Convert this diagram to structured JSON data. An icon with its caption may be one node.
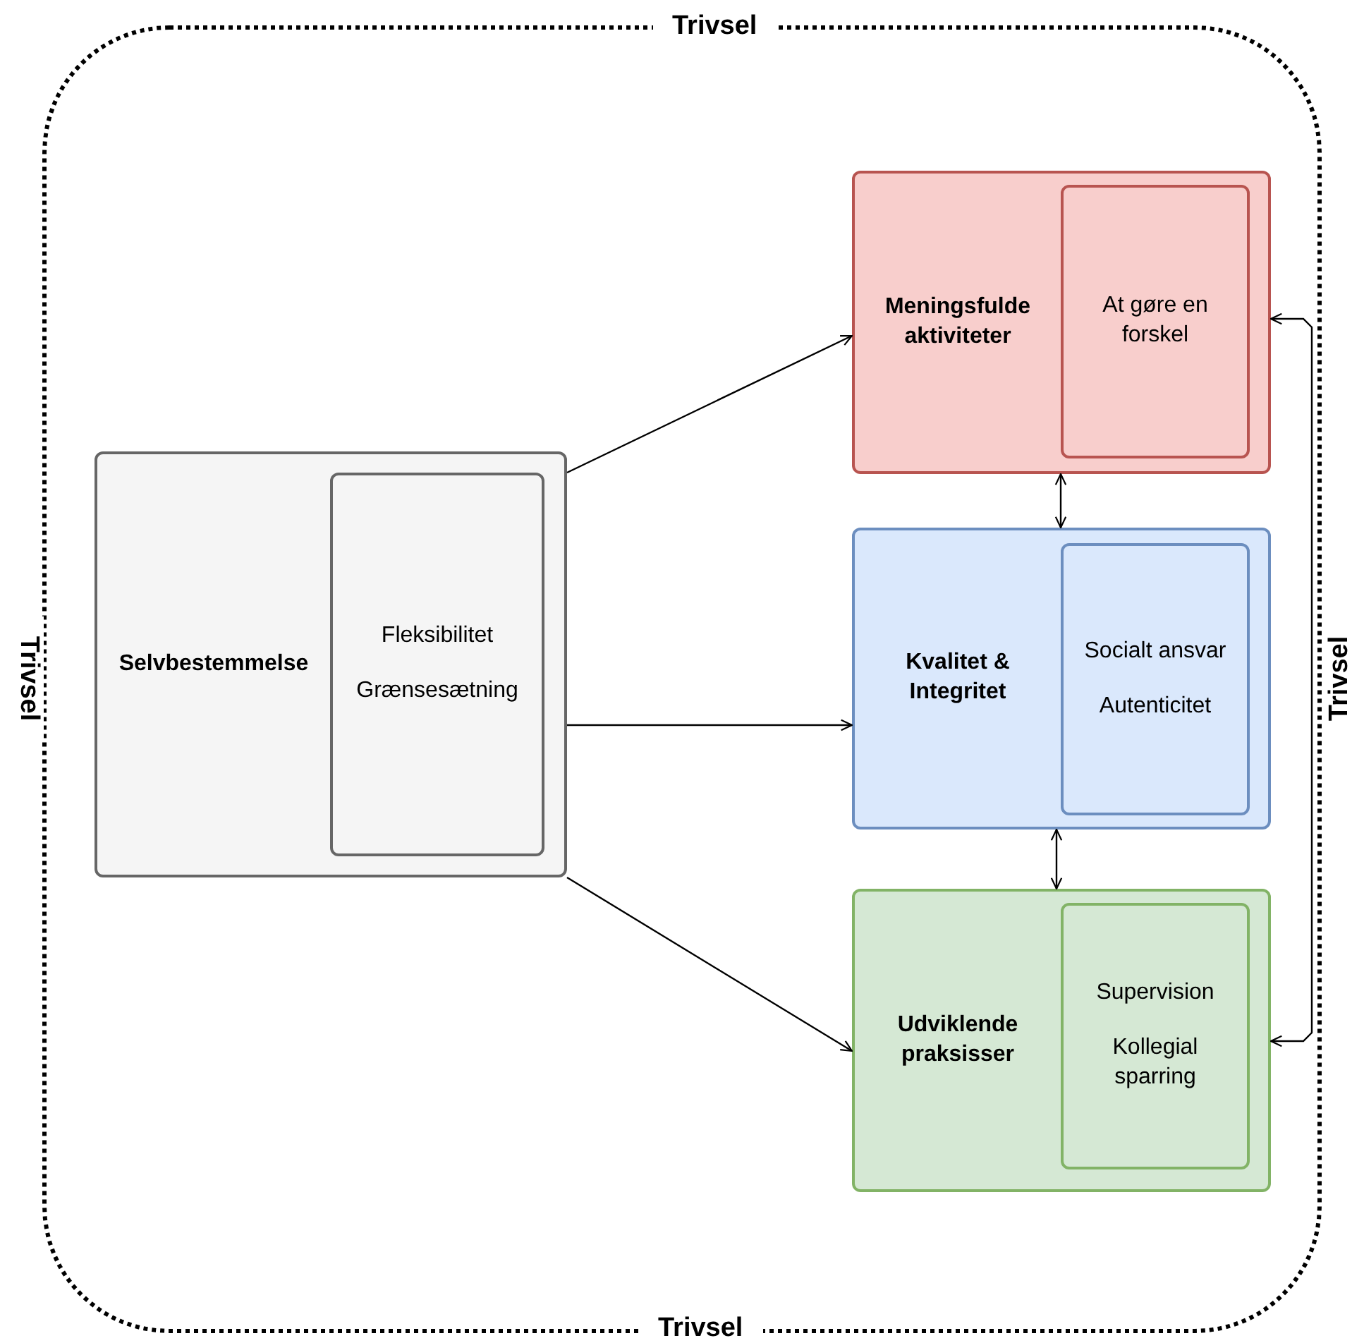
{
  "diagram": {
    "nodes": [
      {
        "text": [
          "Trivsel",
          "Trivsel",
          "Trivsel",
          "Trivsel"
        ]
      },
      {
        "text": [
          "Selvbestemmelse"
        ],
        "in": 0
      },
      {
        "text": [
          "Fleksibilitet",
          "Grænsesætning"
        ],
        "in": 1
      },
      {
        "text": [
          "Meningsfulde aktiviteter"
        ],
        "in": 0
      },
      {
        "text": [
          "At gøre en forskel"
        ],
        "in": 3
      },
      {
        "text": [
          "Kvalitet & Integritet"
        ],
        "in": 0
      },
      {
        "text": [
          "Socialt ansvar",
          "Autenticitet"
        ],
        "in": 5
      },
      {
        "text": [
          "Udviklende praksisser"
        ],
        "in": 0
      },
      {
        "text": [
          "Supervision",
          "Kollegial sparring"
        ],
        "in": 7
      }
    ],
    "edges": [
      {
        "from": 1,
        "to": 3,
        "arrow": "to"
      },
      {
        "from": 1,
        "to": 5,
        "arrow": "to"
      },
      {
        "from": 1,
        "to": 7,
        "arrow": "to"
      },
      {
        "from": 3,
        "to": 5,
        "arrow": "both"
      },
      {
        "from": 5,
        "to": 7,
        "arrow": "both"
      },
      {
        "from": 3,
        "to": 7,
        "arrow": "both"
      }
    ]
  }
}
